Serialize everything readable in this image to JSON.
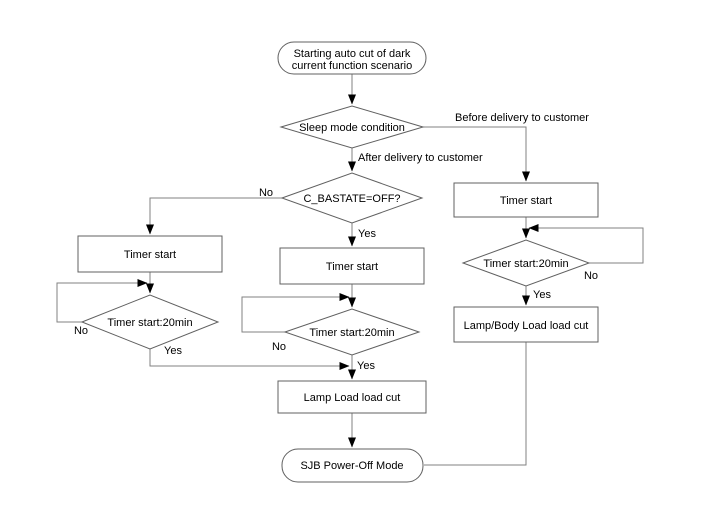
{
  "diagram": {
    "colors": {
      "background": "#ffffff",
      "connector_line": "#828282",
      "shape_border": "#606060",
      "text": "#000000",
      "arrowhead": "#000000"
    },
    "nodes": {
      "start": {
        "type": "terminator",
        "line1": "Starting auto cut of dark",
        "line2": "current function scenario"
      },
      "sleep_condition": {
        "type": "decision",
        "label": "Sleep mode condition"
      },
      "c_bastate": {
        "type": "decision",
        "label": "C_BASTATE=OFF?"
      },
      "timer_start_left": {
        "type": "process",
        "label": "Timer start"
      },
      "timer_check_left": {
        "type": "decision",
        "label": "Timer start:20min"
      },
      "timer_start_mid": {
        "type": "process",
        "label": "Timer start"
      },
      "timer_check_mid": {
        "type": "decision",
        "label": "Timer start:20min"
      },
      "lamp_load_cut": {
        "type": "process",
        "label": "Lamp Load load cut"
      },
      "timer_start_right": {
        "type": "process",
        "label": "Timer start"
      },
      "timer_check_right": {
        "type": "decision",
        "label": "Timer start:20min"
      },
      "lamp_body_load_cut": {
        "type": "process",
        "label": "Lamp/Body Load load cut"
      },
      "end": {
        "type": "terminator",
        "label": "SJB Power-Off Mode"
      }
    },
    "edge_labels": {
      "before_delivery": "Before delivery to customer",
      "after_delivery": "After delivery to customer",
      "c_bastate_no": "No",
      "c_bastate_yes": "Yes",
      "left_no": "No",
      "left_yes": "Yes",
      "mid_no": "No",
      "mid_yes": "Yes",
      "right_no": "No",
      "right_yes": "Yes"
    }
  }
}
